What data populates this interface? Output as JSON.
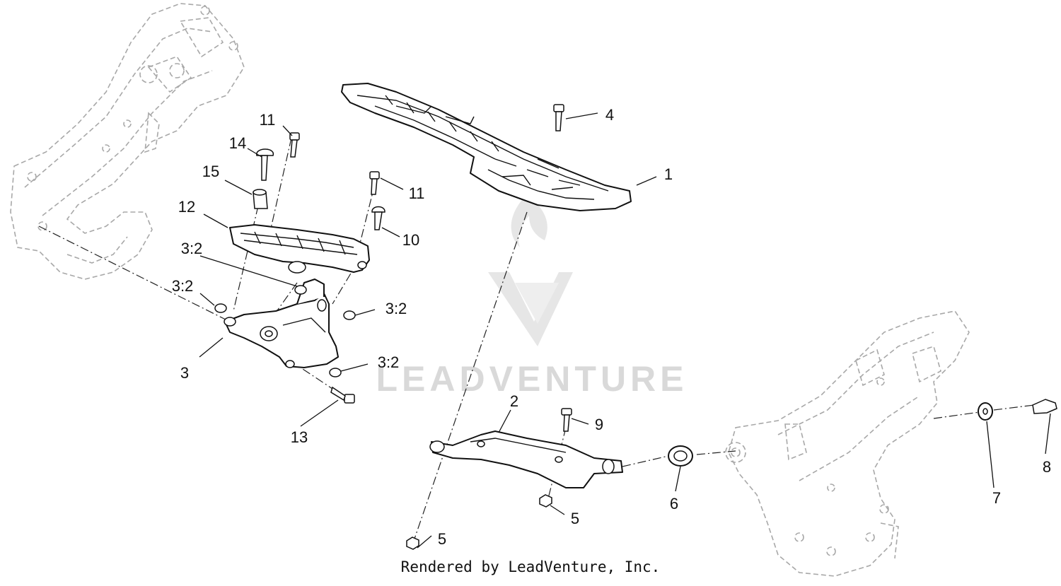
{
  "watermark": {
    "text": "LEADVENTURE"
  },
  "footer": {
    "text": "Rendered by LeadVenture, Inc."
  },
  "callouts": {
    "c1": "1",
    "c2": "2",
    "c3": "3",
    "c4": "4",
    "c5a": "5",
    "c5b": "5",
    "c6": "6",
    "c7": "7",
    "c8": "8",
    "c9": "9",
    "c10": "10",
    "c11a": "11",
    "c11b": "11",
    "c12": "12",
    "c13": "13",
    "c14": "14",
    "c15": "15",
    "c32a": "3:2",
    "c32b": "3:2",
    "c32c": "3:2",
    "c32d": "3:2"
  }
}
